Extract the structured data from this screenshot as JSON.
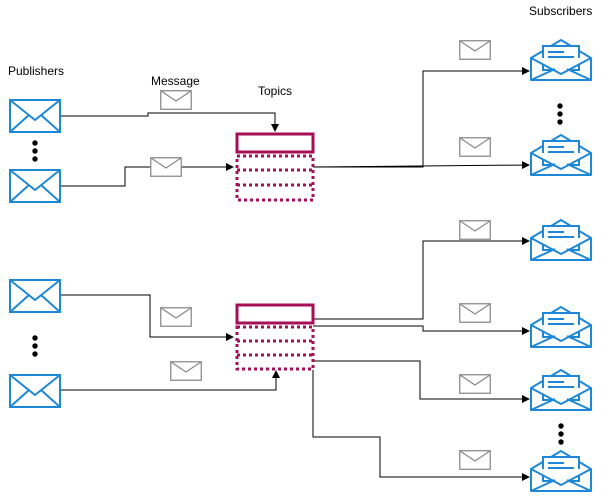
{
  "labels": {
    "publishers": "Publishers",
    "message": "Message",
    "topics": "Topics",
    "subscribers": "Subscribers"
  },
  "colors": {
    "envelope": "#1e88d6",
    "topic": "#a50f56",
    "message": "#888888",
    "line": "#000000"
  },
  "icons": {
    "publisher": "envelope-icon",
    "subscriber": "open-envelope-icon",
    "message": "message-icon",
    "topic": "topic-queue",
    "ellipsis": "vertical-ellipsis"
  }
}
